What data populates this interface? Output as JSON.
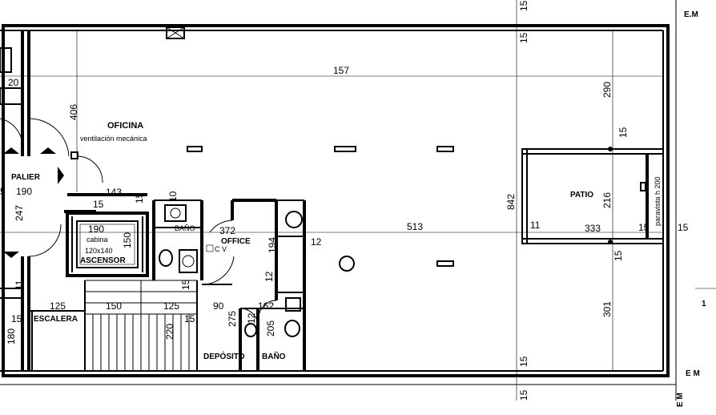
{
  "rooms": {
    "oficina": "OFICINA",
    "ventilacion": "ventilación mecánica",
    "palier": "PALIER",
    "cabina": "cabina",
    "cabina_size": "120x140",
    "ascensor": "ASCENSOR",
    "bano_top": "BAÑO",
    "office": "OFFICE",
    "cv": "C V",
    "escalera": "ESCALERA",
    "deposito": "DEPÓSITO",
    "bano_bottom": "BAÑO",
    "patio": "PATIO",
    "paravista": "paravista h 200"
  },
  "markers": {
    "em_top": "E.M",
    "em_right": "E M",
    "em_bottom": "E M",
    "one": "1"
  },
  "dimensions": {
    "d157": "157",
    "d406": "406",
    "d20": "20",
    "d190a": "190",
    "d5": "5",
    "d247": "247",
    "d143": "143",
    "d15a": "15",
    "d10": "10",
    "d190b": "190",
    "d150": "150",
    "d15b": "15",
    "d12a": "12",
    "d372": "372",
    "d194": "194",
    "d12b": "12",
    "d513": "513",
    "d842": "842",
    "d11a": "11",
    "d333": "333",
    "d15c": "15",
    "d15d": "15",
    "d216": "216",
    "d290": "290",
    "d15e": "15",
    "d15f": "15",
    "d301": "301",
    "d15g": "15",
    "d15h": "15",
    "d15i": "15",
    "d15j": "15",
    "d125a": "125",
    "d150b": "150",
    "d125b": "125",
    "d90": "90",
    "d162": "162",
    "d15k": "15",
    "d15l": "15",
    "d180": "180",
    "d220": "220",
    "d275": "275",
    "d205": "205",
    "d12c": "12",
    "d11b": "11",
    "d15m": "15"
  }
}
